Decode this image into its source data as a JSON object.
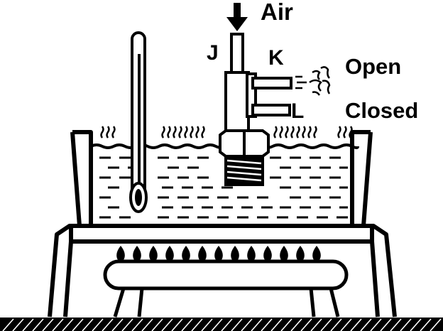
{
  "labels": {
    "air": "Air",
    "j": "J",
    "k": "K",
    "l": "L",
    "open": "Open",
    "closed": "Closed"
  },
  "icons": {
    "air_arrow": "down-arrow-icon",
    "thermometer": "thermometer-icon",
    "vapor": "steam-icon",
    "flames": "flame-icon",
    "burner": "gas-burner-icon",
    "escaping_air": "air-puff-icon"
  },
  "colors": {
    "ink": "#000000",
    "background": "#ffffff"
  }
}
